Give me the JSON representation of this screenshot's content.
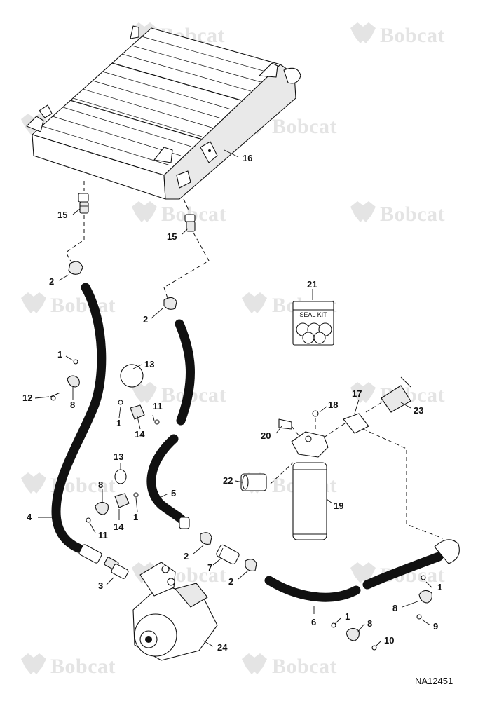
{
  "watermark": {
    "brand": "Bobcat"
  },
  "reference_number": "NA12451",
  "seal_kit_label": "SEAL KIT",
  "callouts": {
    "c1a": "1",
    "c1b": "1",
    "c1c": "1",
    "c1d": "1",
    "c1e": "1",
    "c2a": "2",
    "c2b": "2",
    "c2c": "2",
    "c2d": "2",
    "c3": "3",
    "c4": "4",
    "c5": "5",
    "c6": "6",
    "c7": "7",
    "c8a": "8",
    "c8b": "8",
    "c8c": "8",
    "c8d": "8",
    "c9": "9",
    "c10": "10",
    "c11a": "11",
    "c11b": "11",
    "c12": "12",
    "c13a": "13",
    "c13b": "13",
    "c14a": "14",
    "c14b": "14",
    "c15a": "15",
    "c15b": "15",
    "c16": "16",
    "c17": "17",
    "c18": "18",
    "c19": "19",
    "c20": "20",
    "c21": "21",
    "c22": "22",
    "c23": "23",
    "c24": "24"
  }
}
